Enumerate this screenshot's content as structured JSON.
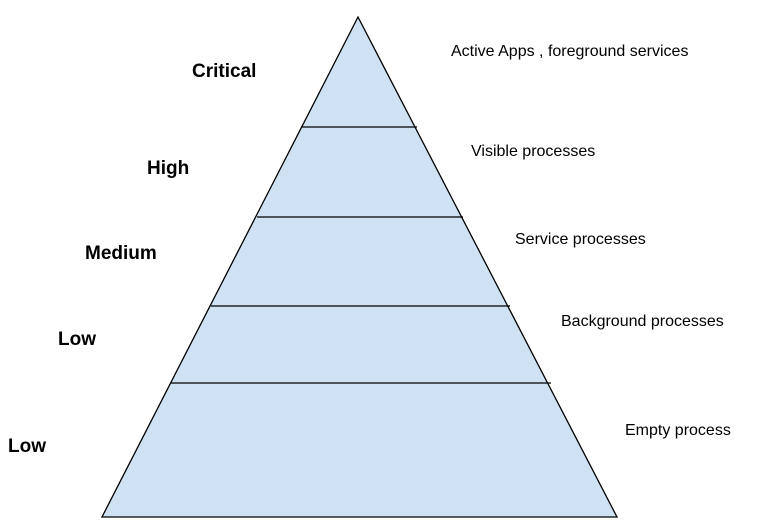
{
  "colors": {
    "fill": "#cfe2f3",
    "stroke": "#000000",
    "background": "#ffffff"
  },
  "tiers": [
    {
      "priority": "Critical",
      "processes": "Active Apps , foreground services"
    },
    {
      "priority": "High",
      "processes": "Visible processes"
    },
    {
      "priority": "Medium",
      "processes": "Service processes"
    },
    {
      "priority": "Low",
      "processes": "Background processes"
    },
    {
      "priority": "Low",
      "processes": "Empty process"
    }
  ]
}
